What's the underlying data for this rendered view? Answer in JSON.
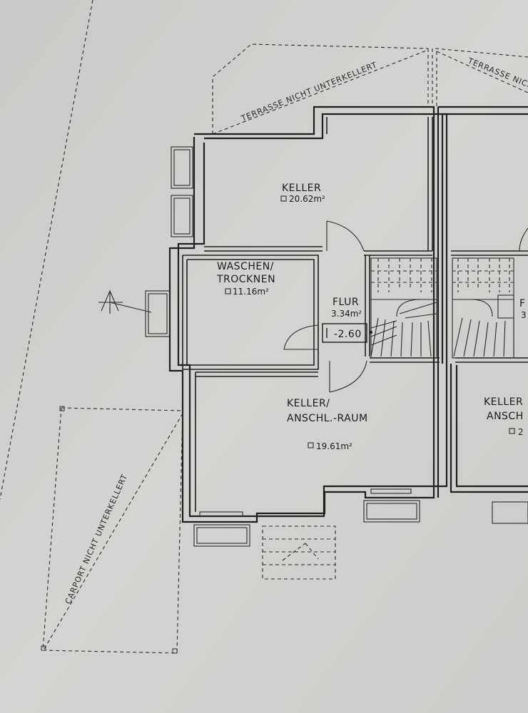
{
  "rooms": {
    "keller": {
      "name": "KELLER",
      "area": "20.62m²"
    },
    "waschen": {
      "name_line1": "WASCHEN/",
      "name_line2": "TROCKNEN",
      "area": "11.16m²"
    },
    "flur": {
      "name": "FLUR",
      "area": "3.34m²"
    },
    "keller_anschl": {
      "name_line1": "KELLER/",
      "name_line2": "ANSCHL.-RAUM",
      "area": "19.61m²"
    },
    "right_keller_partial": {
      "name_line1": "KELLER",
      "name_line2": "ANSCH",
      "area": "2"
    },
    "right_flur_partial": {
      "name": "F",
      "area": "3"
    }
  },
  "level_marker": "-2.60",
  "annotations": {
    "terrasse_left": "TERRASSE NICHT UNTERKELLERT",
    "terrasse_right": "TERRASSE NICHT UNTERKELLERT",
    "carport": "CARPORT NICHT UNTERKELLERT"
  },
  "colors": {
    "paper": "#cfd0cd",
    "ink": "#1f1f1f"
  },
  "icons": {
    "north_arrow": "north-arrow-icon"
  }
}
